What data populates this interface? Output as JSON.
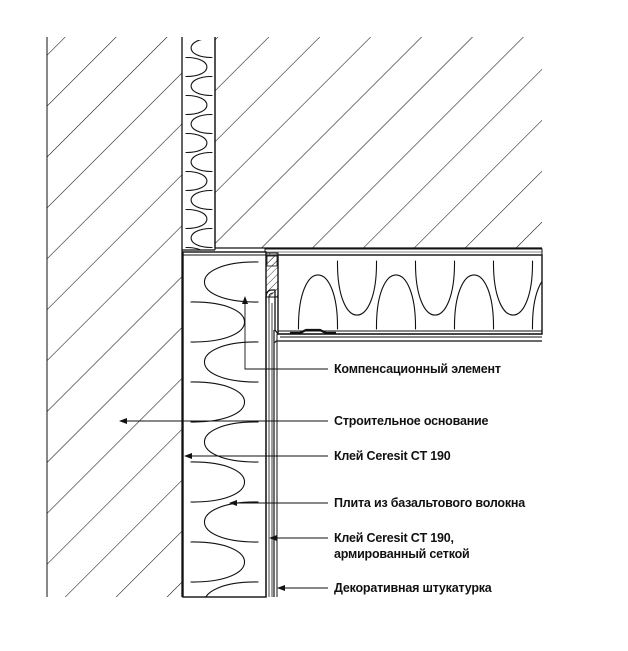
{
  "labels": {
    "compensation_element": "Компенсационный элемент",
    "building_base": "Строительное основание",
    "adhesive": "Клей Ceresit CT 190",
    "basalt_board": "Плита из базальтового волокна",
    "reinforced_adhesive_line1": "Клей Ceresit CT 190,",
    "reinforced_adhesive_line2": "армированный сеткой",
    "decorative_plaster": "Декоративная штукатурка"
  },
  "colors": {
    "ink": "#111111",
    "background": "#ffffff"
  }
}
